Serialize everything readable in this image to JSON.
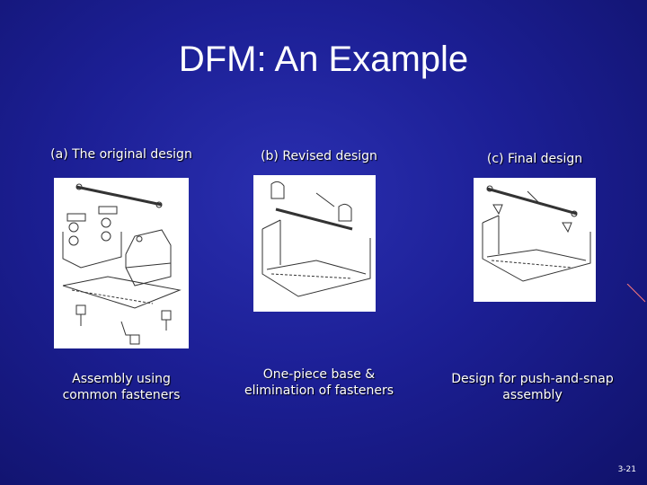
{
  "slide": {
    "title": "DFM: An Example",
    "slide_number": "3-21"
  },
  "panels": [
    {
      "heading": "(a) The original design",
      "caption_line1": "Assembly using",
      "caption_line2": "common fasteners"
    },
    {
      "heading": "(b) Revised design",
      "caption_line1": "One-piece base &",
      "caption_line2": "elimination of fasteners"
    },
    {
      "heading": "(c) Final design",
      "caption_line1": "Design for push-and-snap",
      "caption_line2": "assembly"
    }
  ]
}
